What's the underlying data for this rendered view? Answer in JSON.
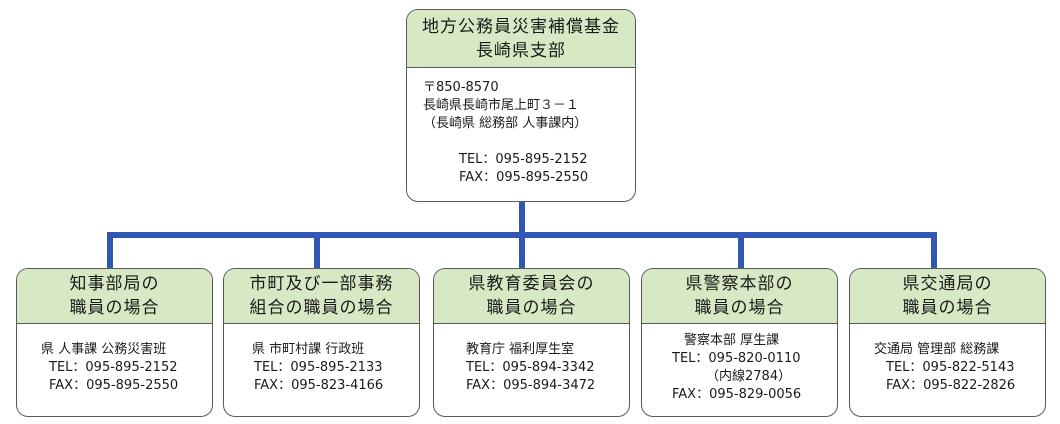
{
  "top": {
    "title_line1": "地方公務員災害補償基金",
    "title_line2": "長崎県支部",
    "postal": "〒850-8570",
    "address": "長崎県長崎市尾上町３－１",
    "office": "（長崎県 総務部 人事課内）",
    "tel": "TEL：095-895-2152",
    "fax": "FAX：095-895-2550"
  },
  "branches": [
    {
      "title_line1": "知事部局の",
      "title_line2": "職員の場合",
      "lines": [
        "県 人事課 公務災害班",
        "TEL：095-895-2152",
        "FAX：095-895-2550"
      ]
    },
    {
      "title_line1": "市町及び一部事務",
      "title_line2": "組合の職員の場合",
      "lines": [
        "県 市町村課 行政班",
        "TEL：095-895-2133",
        "FAX：095-823-4166"
      ]
    },
    {
      "title_line1": "県教育委員会の",
      "title_line2": "職員の場合",
      "lines": [
        "教育庁 福利厚生室",
        "TEL：095-894-3342",
        "FAX：095-894-3472"
      ]
    },
    {
      "title_line1": "県警察本部の",
      "title_line2": "職員の場合",
      "lines": [
        "警察本部 厚生課",
        "TEL：095-820-0110",
        "（内線2784）",
        "FAX：095-829-0056"
      ]
    },
    {
      "title_line1": "県交通局の",
      "title_line2": "職員の場合",
      "lines": [
        "交通局 管理部 総務課",
        "TEL：095-822-5143",
        "FAX：095-822-2826"
      ]
    }
  ],
  "colors": {
    "connector": "#2f57b3",
    "header_fill": "#d6e8c4",
    "border": "#5a5a5a"
  }
}
